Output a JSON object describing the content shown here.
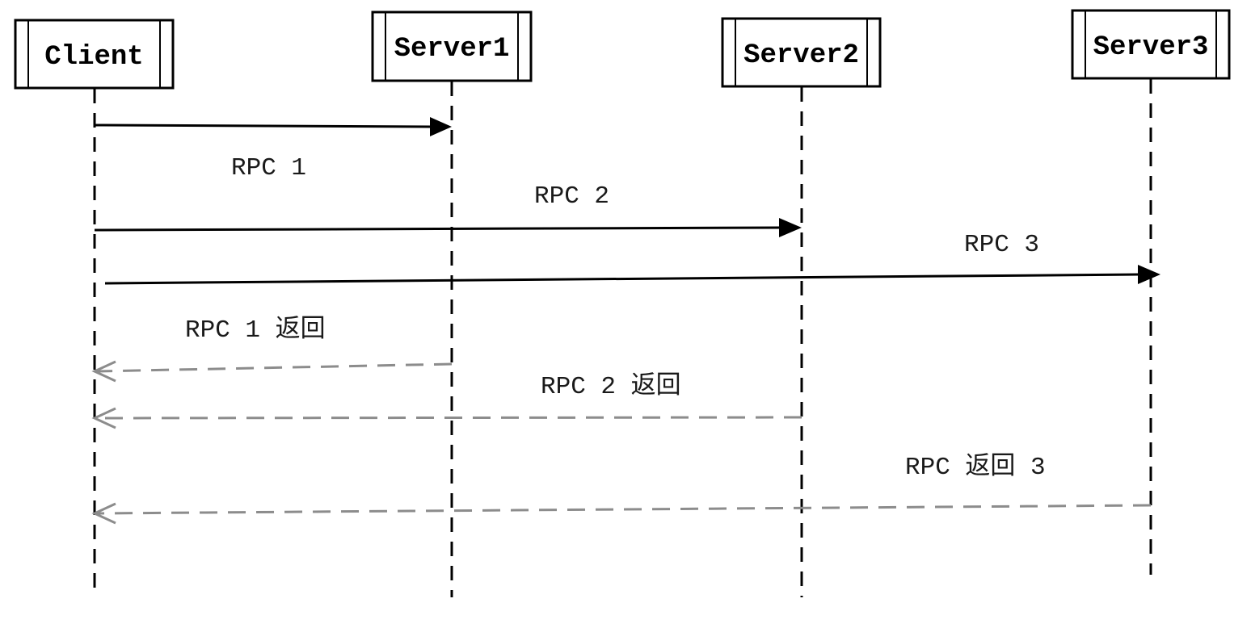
{
  "actors": [
    {
      "id": "client",
      "label": "Client"
    },
    {
      "id": "server1",
      "label": "Server1"
    },
    {
      "id": "server2",
      "label": "Server2"
    },
    {
      "id": "server3",
      "label": "Server3"
    }
  ],
  "messages": [
    {
      "id": "rpc1",
      "kind": "call",
      "from": "client",
      "to": "server1",
      "label": "RPC 1"
    },
    {
      "id": "rpc2",
      "kind": "call",
      "from": "client",
      "to": "server2",
      "label": "RPC 2"
    },
    {
      "id": "rpc3",
      "kind": "call",
      "from": "client",
      "to": "server3",
      "label": "RPC 3"
    },
    {
      "id": "rpc1-return",
      "kind": "return",
      "from": "server1",
      "to": "client",
      "label": "RPC 1 返回"
    },
    {
      "id": "rpc2-return",
      "kind": "return",
      "from": "server2",
      "to": "client",
      "label": "RPC 2 返回"
    },
    {
      "id": "rpc3-return",
      "kind": "return",
      "from": "server3",
      "to": "client",
      "label": "RPC 返回 3"
    }
  ],
  "colors": {
    "call": "#000000",
    "return": "#8c8c8c"
  }
}
